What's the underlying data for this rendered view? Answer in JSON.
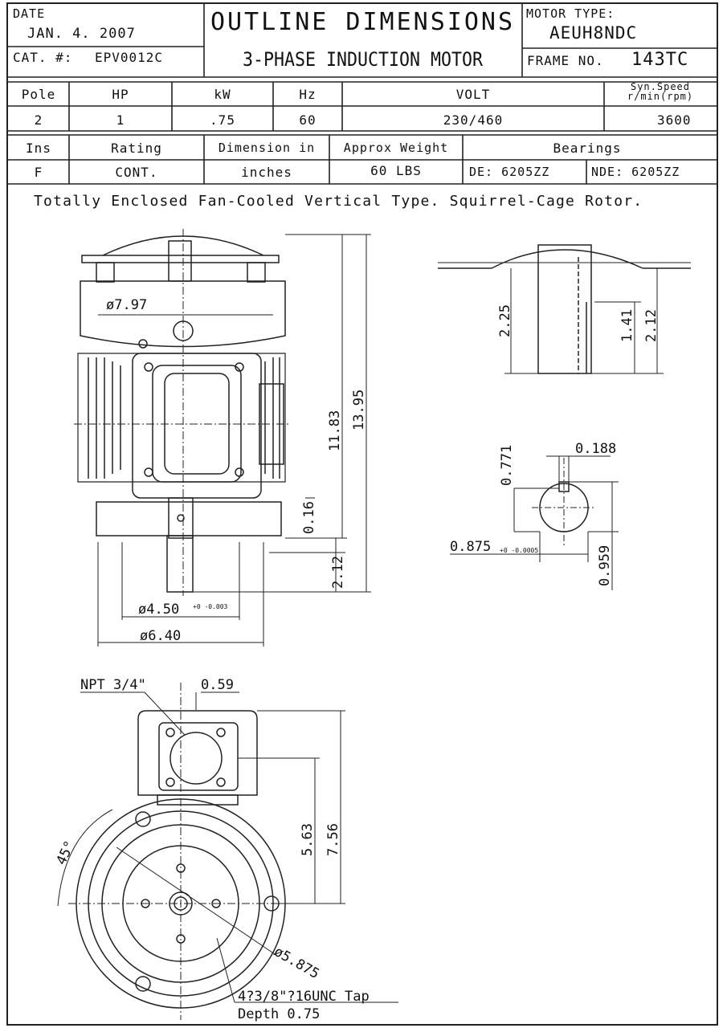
{
  "header": {
    "date_label": "DATE",
    "date_value": "JAN. 4. 2007",
    "cat_label": "CAT. #:",
    "cat_value": "EPV0012C",
    "title": "OUTLINE DIMENSIONS",
    "subtitle": "3-PHASE INDUCTION MOTOR",
    "motor_type_label": "MOTOR TYPE:",
    "motor_type_value": "AEUH8NDC",
    "frame_label": "FRAME NO.",
    "frame_value": "143TC"
  },
  "specs1": {
    "headers": [
      "Pole",
      "HP",
      "kW",
      "Hz",
      "VOLT",
      "Syn.Speed r/min(rpm)"
    ],
    "values": [
      "2",
      "1",
      ".75",
      "60",
      "230/460",
      "3600"
    ]
  },
  "specs2": {
    "headers": [
      "Ins",
      "Rating",
      "Dimension in",
      "Approx Weight",
      "Bearings"
    ],
    "values": [
      "F",
      "CONT.",
      "inches",
      "60 LBS",
      "DE: 6205ZZ",
      "NDE: 6205ZZ"
    ]
  },
  "description": "Totally Enclosed Fan-Cooled Vertical Type. Squirrel-Cage Rotor.",
  "dimensions": {
    "overall_height": "13.95",
    "body_height": "11.83",
    "cap_diameter": "ø7.97",
    "flange_gap": "0.16",
    "shaft_length": "2.12",
    "pilot_diameter": "ø4.50",
    "pilot_tol": "+0 -0.003",
    "flange_diameter": "ø6.40",
    "detail_height_1": "2.25",
    "detail_height_2": "2.12",
    "detail_height_3": "1.41",
    "key_width": "0.188",
    "key_depth": "0.771",
    "shaft_diameter": "0.875",
    "shaft_tol": "+0 -0.0005",
    "key_height": "0.959",
    "conduit": "NPT 3/4\"",
    "box_offset": "0.59",
    "box_height_1": "5.63",
    "box_height_2": "7.56",
    "angle": "45°",
    "bolt_circle": "ø5.875",
    "tap_spec": "4?3/8\"?16UNC Tap",
    "tap_depth": "Depth 0.75"
  }
}
